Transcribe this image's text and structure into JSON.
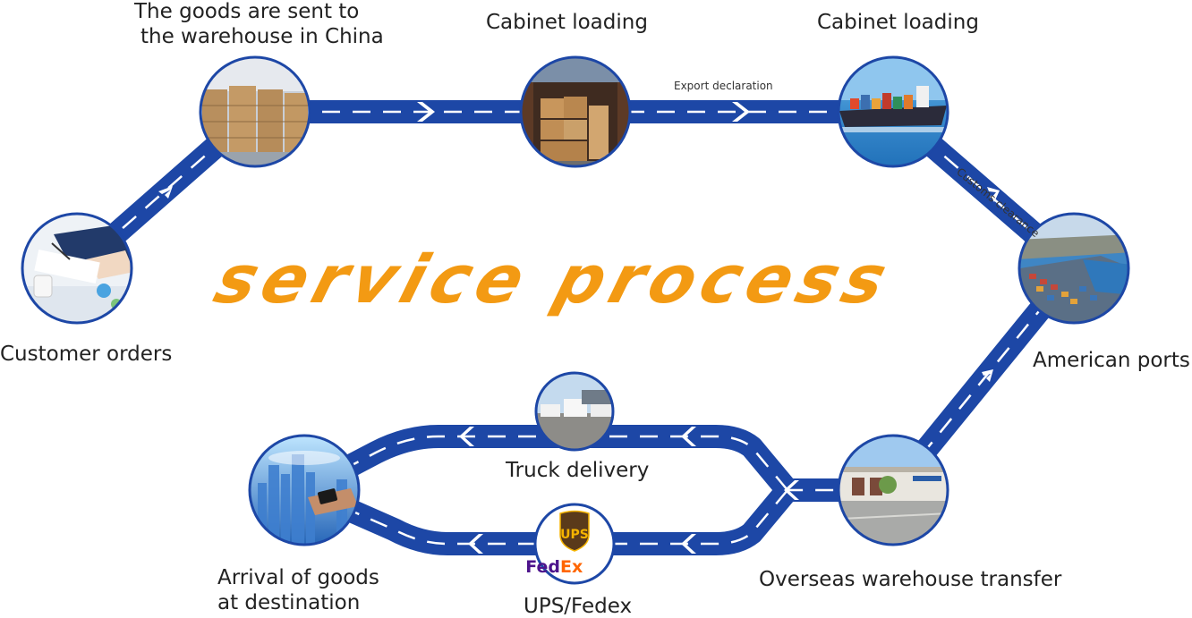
{
  "title": "service process",
  "steps": {
    "customer_orders": "Customer orders",
    "warehouse_line1": "The goods are sent to",
    "warehouse_line2": "the warehouse in China",
    "cabinet_loading_1": "Cabinet loading",
    "cabinet_loading_2": "Cabinet loading",
    "american_ports": "American ports",
    "overseas_transfer": "Overseas warehouse transfer",
    "truck_delivery": "Truck delivery",
    "ups_fedex": "UPS/Fedex",
    "arrival_line1": "Arrival of goods",
    "arrival_line2": "at destination"
  },
  "annotations": {
    "export_declaration": "Export declaration",
    "customs_clearance": "Customs clearance"
  },
  "logos": {
    "ups": "UPS",
    "fedex_fed": "Fed",
    "fedex_ex": "Ex"
  },
  "colors": {
    "road": "#1d47a6",
    "title": "#f39a13",
    "fedex_purple": "#4d148c",
    "fedex_orange": "#ff6600",
    "ups_brown": "#5a3a1a",
    "ups_gold": "#f5b400"
  }
}
